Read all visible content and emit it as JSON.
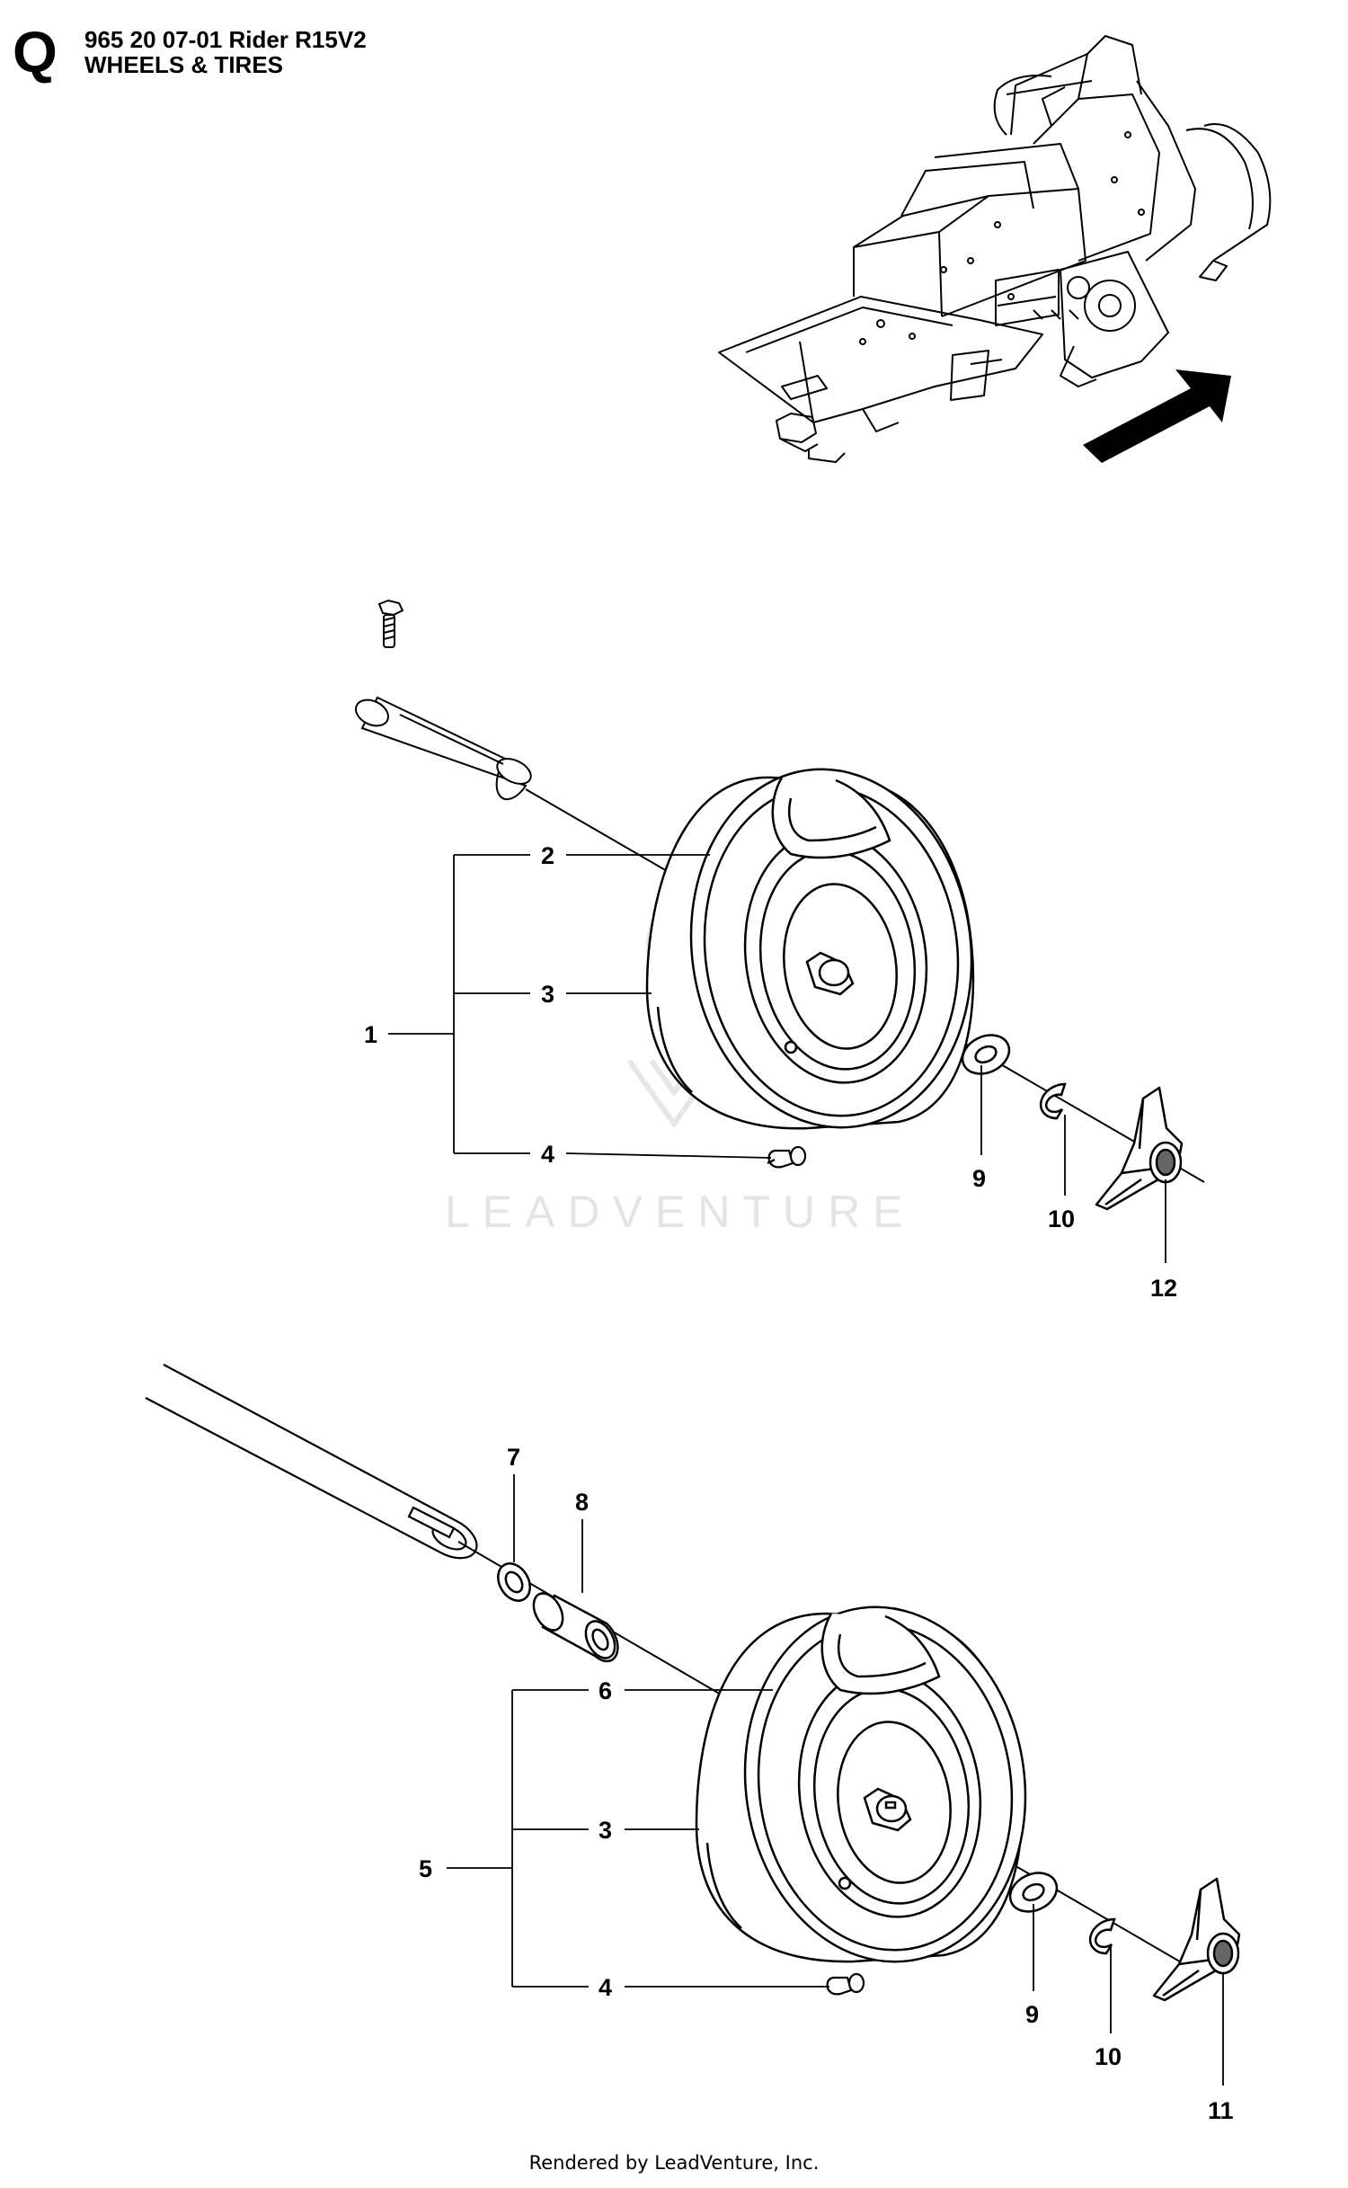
{
  "header": {
    "section_letter": "Q",
    "title_line1": "965 20 07-01 Rider R15V2",
    "title_line2": "WHEELS & TIRES"
  },
  "watermark": "LEADVENTURE",
  "callouts": {
    "front_wheel_assembly": "1",
    "front_rim": "2",
    "front_tire": "3",
    "front_valve": "4",
    "front_washer": "9",
    "front_retainer": "10",
    "front_hub_cap": "12",
    "rear_wheel_assembly": "5",
    "rear_rim": "6",
    "rear_tire": "3",
    "rear_valve": "4",
    "axle_washer": "7",
    "spacer": "8",
    "rear_washer": "9",
    "rear_retainer": "10",
    "rear_hub_cap": "11"
  },
  "footer": "Rendered by LeadVenture, Inc."
}
